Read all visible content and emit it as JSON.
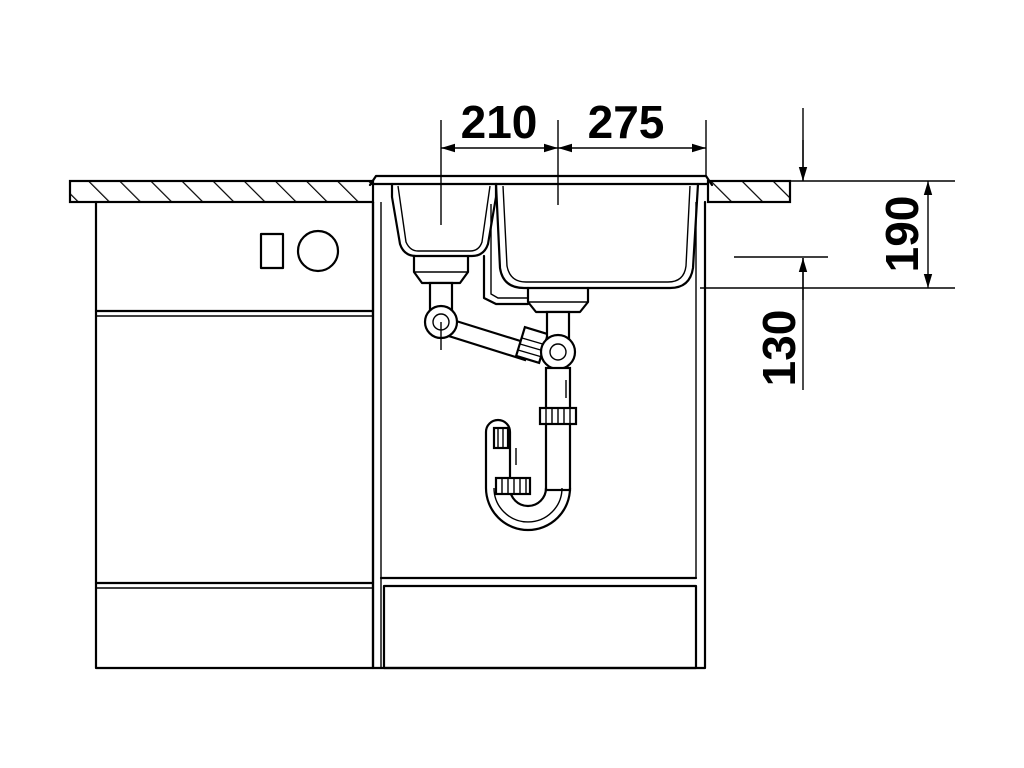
{
  "dimensions": {
    "small_bowl_width": "210",
    "large_bowl_width": "275",
    "bowl_depth": "190",
    "outlet_depth": "130"
  },
  "colors": {
    "line": "#000000",
    "background": "#ffffff"
  }
}
